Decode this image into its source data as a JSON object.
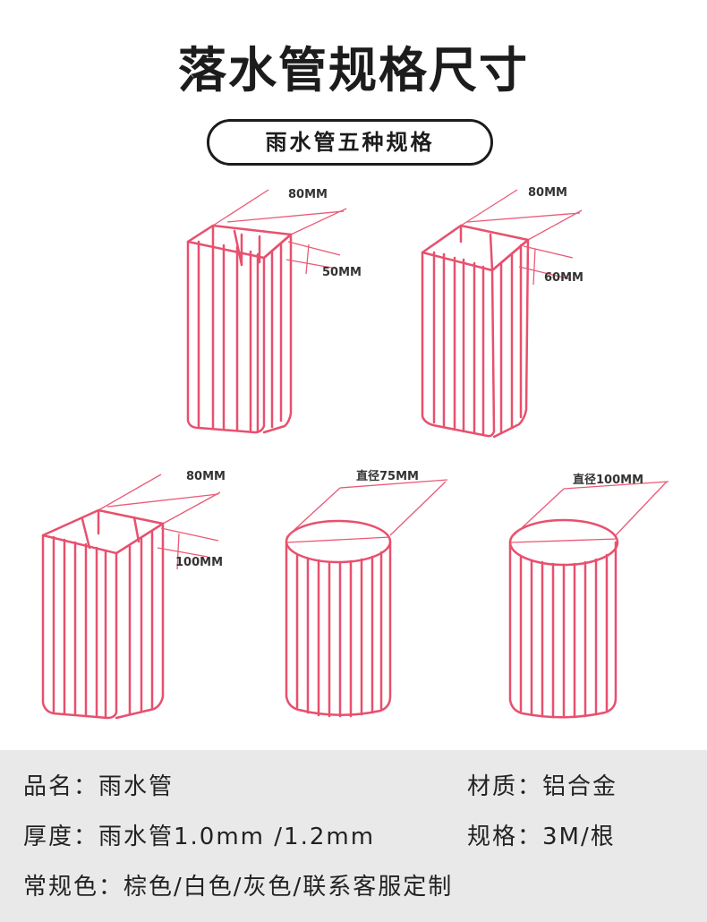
{
  "header": {
    "title": "落水管规格尺寸",
    "subtitle": "雨水管五种规格"
  },
  "colors": {
    "pipe_line": "#e8506e",
    "dimension_line": "#ea5a76",
    "text": "#1c1c1c",
    "info_background": "#e9e9e9"
  },
  "pipes": [
    {
      "shape": "rectangular",
      "dimensions": [
        "80MM",
        "50MM"
      ]
    },
    {
      "shape": "rectangular",
      "dimensions": [
        "80MM",
        "60MM"
      ]
    },
    {
      "shape": "rectangular",
      "dimensions": [
        "80MM",
        "100MM"
      ]
    },
    {
      "shape": "round",
      "dimensions": [
        "直径75MM"
      ]
    },
    {
      "shape": "round",
      "dimensions": [
        "直径100MM"
      ]
    }
  ],
  "info": {
    "name": "品名：雨水管",
    "material": "材质：铝合金",
    "thickness": "厚度：雨水管1.0mm /1.2mm",
    "spec": "规格：3M/根",
    "color": "常规色：棕色/白色/灰色/联系客服定制"
  }
}
